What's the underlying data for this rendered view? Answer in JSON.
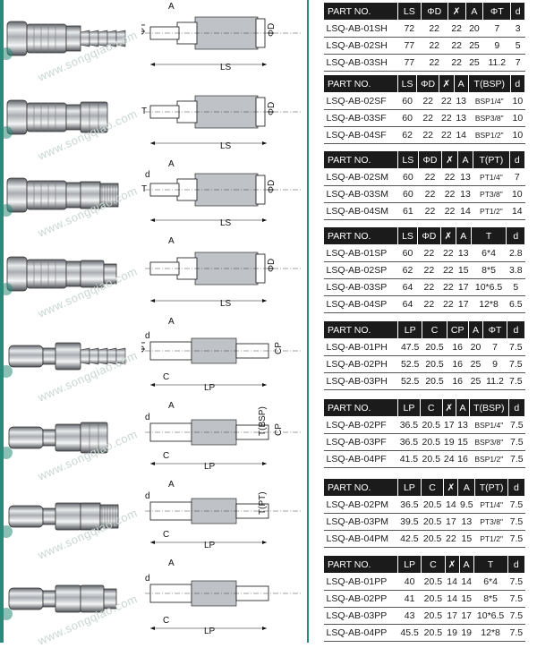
{
  "watermark": "www.songqiao.com",
  "sections": [
    {
      "labels": [
        "A",
        "ΦT",
        "ΦD",
        "LS"
      ],
      "headers": [
        "PART NO.",
        "LS",
        "ΦD",
        "✗",
        "A",
        "ΦT",
        "d"
      ],
      "rows": [
        [
          "LSQ-AB-01SH",
          "72",
          "22",
          "22",
          "20",
          "7",
          "3"
        ],
        [
          "LSQ-AB-02SH",
          "77",
          "22",
          "22",
          "25",
          "9",
          "5"
        ],
        [
          "LSQ-AB-03SH",
          "77",
          "22",
          "22",
          "25",
          "11.2",
          "7"
        ]
      ]
    },
    {
      "labels": [
        "T",
        "ΦD",
        "LS"
      ],
      "headers": [
        "PART NO.",
        "LS",
        "ΦD",
        "✗",
        "A",
        "T(BSP)",
        "d"
      ],
      "rows": [
        [
          "LSQ-AB-02SF",
          "60",
          "22",
          "22",
          "13",
          "BSP1/4\"",
          "10"
        ],
        [
          "LSQ-AB-03SF",
          "60",
          "22",
          "22",
          "13",
          "BSP3/8\"",
          "10"
        ],
        [
          "LSQ-AB-04SF",
          "62",
          "22",
          "22",
          "14",
          "BSP1/2\"",
          "10"
        ]
      ]
    },
    {
      "labels": [
        "A",
        "d",
        "T",
        "ΦD",
        "LS"
      ],
      "headers": [
        "PART NO.",
        "LS",
        "ΦD",
        "✗",
        "A",
        "T(PT)",
        "d"
      ],
      "rows": [
        [
          "LSQ-AB-02SM",
          "60",
          "22",
          "22",
          "13",
          "PT1/4\"",
          "7"
        ],
        [
          "LSQ-AB-03SM",
          "60",
          "22",
          "22",
          "13",
          "PT3/8\"",
          "10"
        ],
        [
          "LSQ-AB-04SM",
          "61",
          "22",
          "22",
          "14",
          "PT1/2\"",
          "14"
        ]
      ]
    },
    {
      "labels": [
        "ΦD",
        "A",
        "LS"
      ],
      "headers": [
        "PART NO.",
        "LS",
        "ΦD",
        "✗",
        "A",
        "T",
        "d"
      ],
      "rows": [
        [
          "LSQ-AB-01SP",
          "60",
          "22",
          "22",
          "13",
          "6*4",
          "2.8"
        ],
        [
          "LSQ-AB-02SP",
          "62",
          "22",
          "22",
          "15",
          "8*5",
          "3.8"
        ],
        [
          "LSQ-AB-03SP",
          "64",
          "22",
          "22",
          "17",
          "10*6.5",
          "5"
        ],
        [
          "LSQ-AB-04SP",
          "64",
          "22",
          "22",
          "17",
          "12*8",
          "6.5"
        ]
      ]
    },
    {
      "labels": [
        "d",
        "ΦT",
        "CP",
        "C",
        "A",
        "LP"
      ],
      "headers": [
        "PART NO.",
        "LP",
        "C",
        "CP",
        "A",
        "ΦT",
        "d"
      ],
      "rows": [
        [
          "LSQ-AB-01PH",
          "47.5",
          "20.5",
          "16",
          "20",
          "7",
          "7.5"
        ],
        [
          "LSQ-AB-02PH",
          "52.5",
          "20.5",
          "16",
          "25",
          "9",
          "7.5"
        ],
        [
          "LSQ-AB-03PH",
          "52.5",
          "20.5",
          "16",
          "25",
          "11.2",
          "7.5"
        ]
      ]
    },
    {
      "labels": [
        "A",
        "d",
        "T(BSP)",
        "CP",
        "C",
        "LP"
      ],
      "headers": [
        "PART NO.",
        "LP",
        "C",
        "✗",
        "A",
        "T(BSP)",
        "d"
      ],
      "rows": [
        [
          "LSQ-AB-02PF",
          "36.5",
          "20.5",
          "17",
          "13",
          "BSP1/4\"",
          "7.5"
        ],
        [
          "LSQ-AB-03PF",
          "36.5",
          "20.5",
          "19",
          "15",
          "BSP3/8\"",
          "7.5"
        ],
        [
          "LSQ-AB-04PF",
          "41.5",
          "20.5",
          "24",
          "16",
          "BSP1/2\"",
          "7.5"
        ]
      ]
    },
    {
      "labels": [
        "A",
        "d",
        "T(PT)",
        "C",
        "LP"
      ],
      "headers": [
        "PART NO.",
        "LP",
        "C",
        "✗",
        "A",
        "T(PT)",
        "d"
      ],
      "rows": [
        [
          "LSQ-AB-02PM",
          "36.5",
          "20.5",
          "14",
          "9.5",
          "PT1/4\"",
          "7.5"
        ],
        [
          "LSQ-AB-03PM",
          "39.5",
          "20.5",
          "17",
          "13",
          "PT3/8\"",
          "7.5"
        ],
        [
          "LSQ-AB-04PM",
          "42.5",
          "20.5",
          "22",
          "15",
          "PT1/2\"",
          "7.5"
        ]
      ]
    },
    {
      "labels": [
        "d",
        "C",
        "A",
        "LP"
      ],
      "headers": [
        "PART NO.",
        "LP",
        "C",
        "✗",
        "A",
        "T",
        "d"
      ],
      "rows": [
        [
          "LSQ-AB-01PP",
          "40",
          "20.5",
          "14",
          "14",
          "6*4",
          "7.5"
        ],
        [
          "LSQ-AB-02PP",
          "41",
          "20.5",
          "14",
          "15",
          "8*5",
          "7.5"
        ],
        [
          "LSQ-AB-03PP",
          "43",
          "20.5",
          "17",
          "17",
          "10*6.5",
          "7.5"
        ],
        [
          "LSQ-AB-04PP",
          "45.5",
          "20.5",
          "19",
          "19",
          "12*8",
          "7.5"
        ]
      ]
    }
  ]
}
